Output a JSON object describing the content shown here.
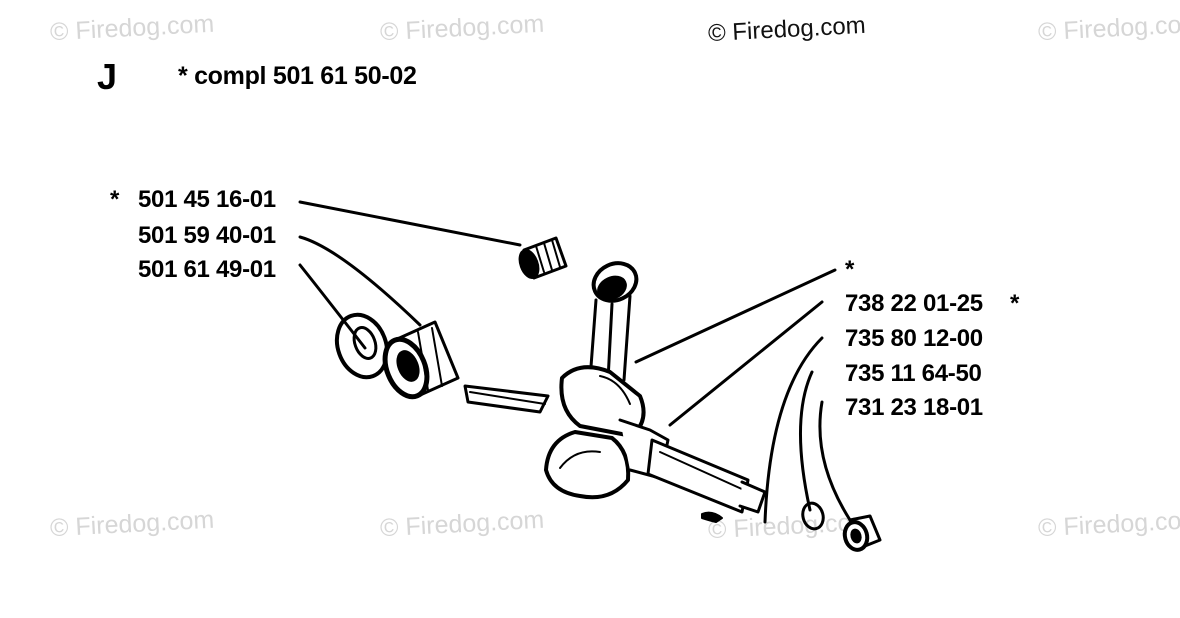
{
  "watermark": "© Firedog.com",
  "section_letter": "J",
  "title": "*  compl 501 61 50-02",
  "labels_left": [
    "501 45 16-01",
    "501 59 40-01",
    "501 61 49-01"
  ],
  "labels_right": [
    "738 22 01-25",
    "735 80 12-00",
    "735 11 64-50",
    "731 23 18-01"
  ],
  "star_marker": "*"
}
